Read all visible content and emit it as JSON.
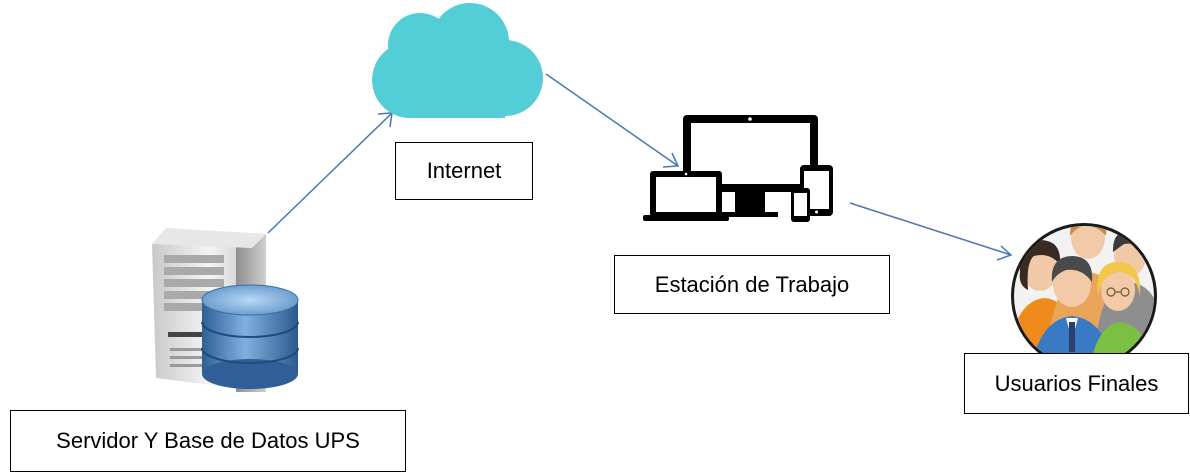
{
  "nodes": {
    "server": {
      "label": "Servidor Y Base de Datos UPS",
      "icon": "server-database-icon"
    },
    "internet": {
      "label": "Internet",
      "icon": "cloud-icon"
    },
    "workstation": {
      "label": "Estación de Trabajo",
      "icon": "devices-icon"
    },
    "users": {
      "label": "Usuarios Finales",
      "icon": "users-group-icon"
    }
  },
  "edges": [
    {
      "from": "server",
      "to": "internet"
    },
    {
      "from": "internet",
      "to": "workstation"
    },
    {
      "from": "workstation",
      "to": "users"
    }
  ],
  "colors": {
    "arrow": "#4a77b4",
    "cloud": "#53cdd6",
    "device": "#000000",
    "database": "#4a7fb8",
    "box_border": "#000000"
  }
}
